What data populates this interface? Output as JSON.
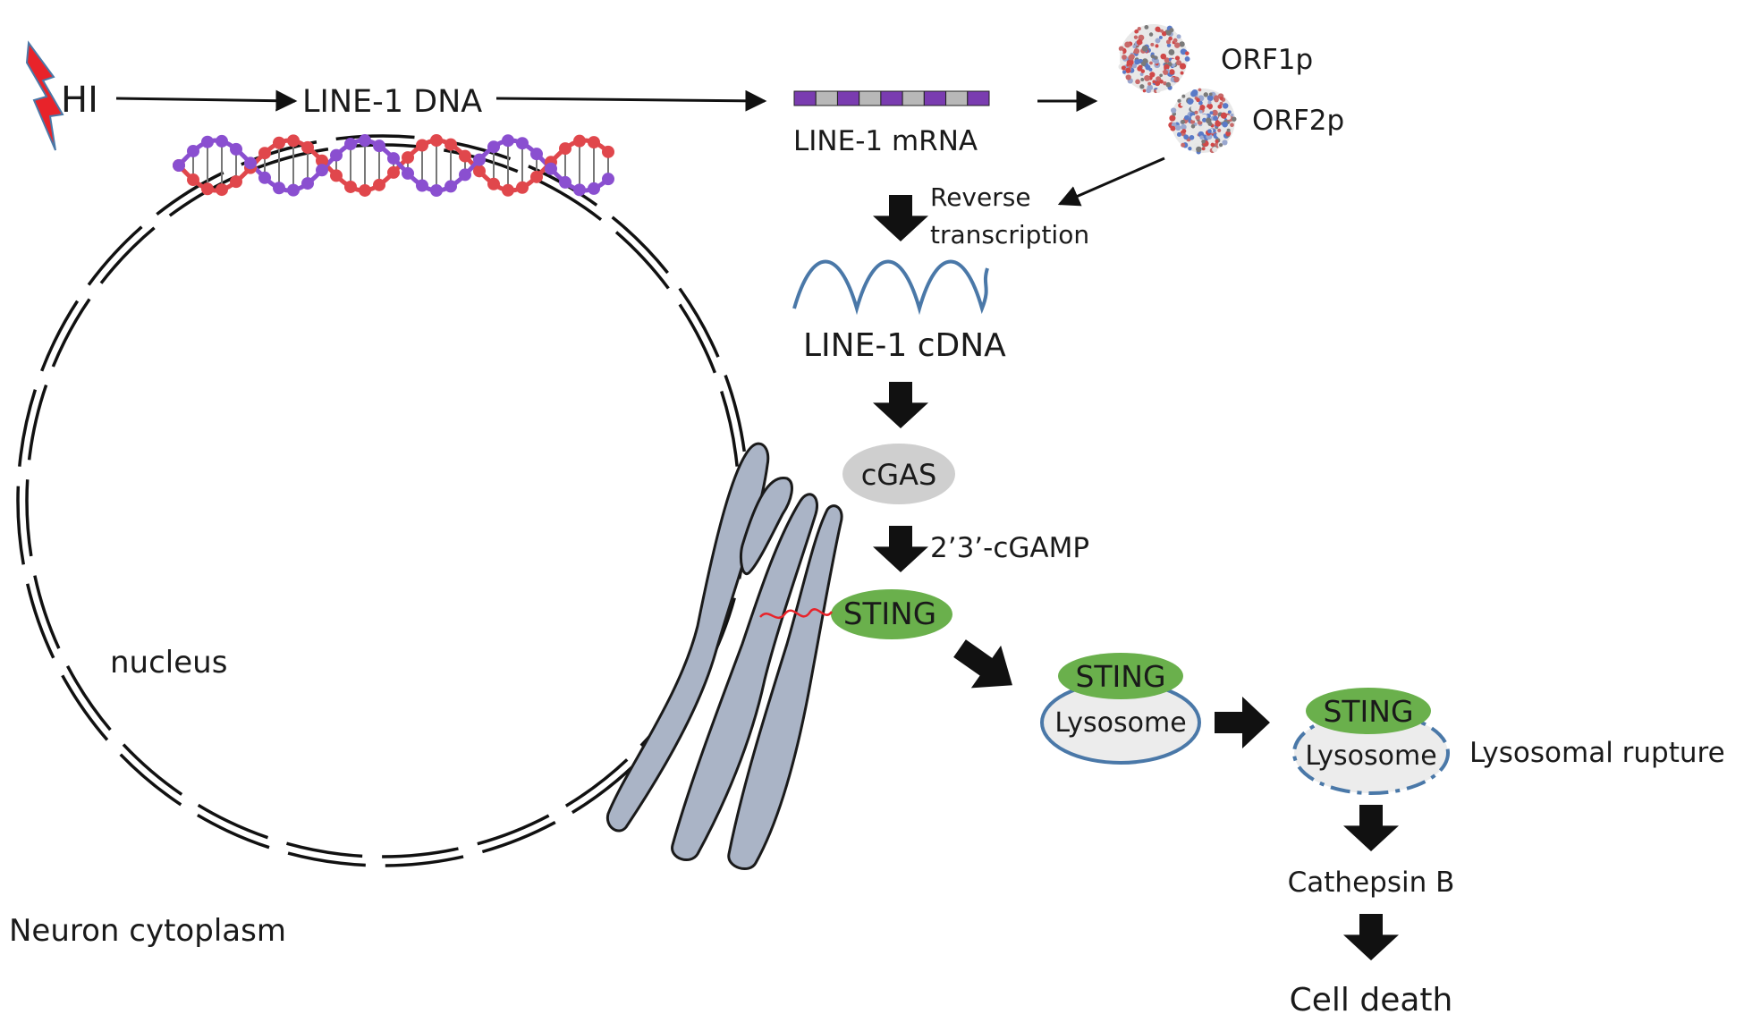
{
  "labels": {
    "hi": "HI",
    "line1_dna": "LINE-1 DNA",
    "line1_mrna": "LINE-1 mRNA",
    "orf1p": "ORF1p",
    "orf2p": "ORF2p",
    "reverse": "Reverse",
    "transcription": "transcription",
    "line1_cdna": "LINE-1 cDNA",
    "cgas": "cGAS",
    "cgamp": "2’3’-cGAMP",
    "sting_er": "STING",
    "sting_lyso": "STING",
    "lysosome": "Lysosome",
    "sting_rupt": "STING",
    "lysosome_rupt": "Lysosome",
    "rupture": "Lysosomal rupture",
    "cathepsin": "Cathepsin B",
    "death": "Cell death",
    "nucleus": "nucleus",
    "cytoplasm": "Neuron cytoplasm"
  },
  "colors": {
    "sting_green": "#6ab04c",
    "cgas_gray": "#cfcfcf",
    "er_fill": "#aab4c6",
    "lysosome_fill": "#ececec",
    "lysosome_edge": "#4a78a8",
    "dna_red": "#e0474c",
    "dna_purple": "#8a4fd0",
    "bolt_red": "#e8232a",
    "wave_blue": "#4a78a8",
    "mrna_purple": "#7a3cb0",
    "mrna_gray": "#b8b8b8"
  }
}
